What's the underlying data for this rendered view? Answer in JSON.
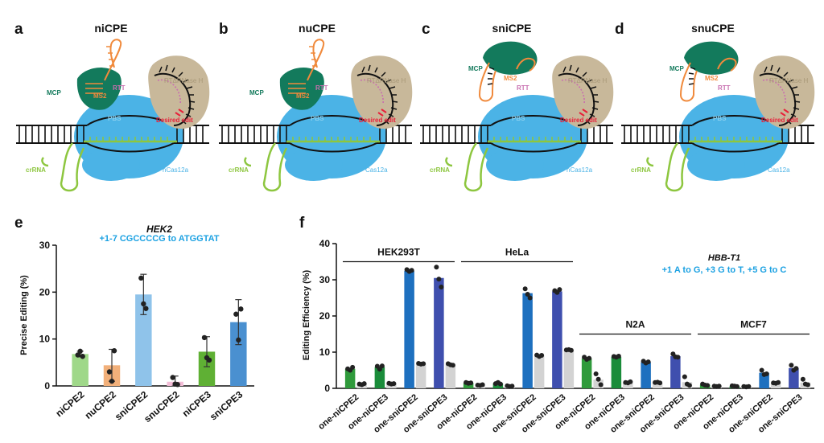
{
  "panels": {
    "a": {
      "letter": "a",
      "title": "niCPE",
      "cas_label": "nCas12a"
    },
    "b": {
      "letter": "b",
      "title": "nuCPE",
      "cas_label": "Cas12a"
    },
    "c": {
      "letter": "c",
      "title": "sniCPE",
      "cas_label": "nCas12a"
    },
    "d": {
      "letter": "d",
      "title": "snuCPE",
      "cas_label": "Cas12a"
    }
  },
  "schematic_labels": {
    "mcp": "MCP",
    "ms2": "MS2",
    "rtt": "RTT",
    "rt": "RTΔRNase H",
    "pbs": "PBS",
    "desired_edit": "Desired edit",
    "crrna": "crRNA"
  },
  "panel_e": {
    "letter": "e"
  },
  "panel_f": {
    "letter": "f"
  },
  "chart_data": [
    {
      "type": "bar",
      "title": "HEK2",
      "subtitle": "+1-7 CGCCCCG to ATGGTAT",
      "xlabel": "",
      "ylabel": "Precise Editing (%)",
      "ylim": [
        0,
        30
      ],
      "yticks": [
        0,
        10,
        20,
        30
      ],
      "categories": [
        "niCPE2",
        "nuCPE2",
        "sniCPE2",
        "snuCPE2",
        "niCPE3",
        "sniCPE3"
      ],
      "values": [
        6.8,
        4.4,
        19.5,
        0.9,
        7.3,
        13.6
      ],
      "errors": [
        0.6,
        3.4,
        4.3,
        1.2,
        3.2,
        4.8
      ],
      "points": [
        [
          6.6,
          7.4,
          6.3
        ],
        [
          3.0,
          1.0,
          7.5
        ],
        [
          23.0,
          17.5,
          16.5
        ],
        [
          1.8,
          0.4,
          0.3
        ],
        [
          10.3,
          6.0,
          5.5
        ],
        [
          15.3,
          9.8,
          16.4
        ]
      ],
      "colors": [
        "#9fd889",
        "#f2b07a",
        "#8fc3ea",
        "#f2bcd6",
        "#5fb034",
        "#4a90d0"
      ],
      "grid": false
    },
    {
      "type": "bar",
      "title": "HBB-T1",
      "subtitle": "+1 A to G, +3 G to T, +5 G to C",
      "xlabel": "",
      "ylabel": "Editing Efficiency (%)",
      "ylim": [
        0,
        40
      ],
      "yticks": [
        0,
        10,
        20,
        30,
        40
      ],
      "groups": [
        {
          "name": "HEK293T",
          "categories": [
            "one-niCPE2",
            "one-niCPE3",
            "one-sniCPE2",
            "one-sniCPE3"
          ]
        },
        {
          "name": "HeLa",
          "categories": [
            "one-niCPE2",
            "one-niCPE3",
            "one-sniCPE2",
            "one-sniCPE3"
          ]
        },
        {
          "name": "N2A",
          "categories": [
            "one-niCPE2",
            "one-niCPE3",
            "one-sniCPE2",
            "one-sniCPE3"
          ]
        },
        {
          "name": "MCF7",
          "categories": [
            "one-niCPE2",
            "one-niCPE3",
            "one-sniCPE2",
            "one-sniCPE3"
          ]
        }
      ],
      "series": [
        {
          "values": [
            5.4,
            5.9,
            32.5,
            30.5,
            1.5,
            1.4,
            26.3,
            26.8,
            8.3,
            8.7,
            7.2,
            8.9,
            1.0,
            0.6,
            4.3,
            5.6
          ]
        },
        {
          "values": [
            1.2,
            1.3,
            6.8,
            6.6,
            0.9,
            0.6,
            9.0,
            10.6,
            2.4,
            1.6,
            1.6,
            1.7,
            0.6,
            0.5,
            1.5,
            1.6
          ]
        }
      ],
      "points": [
        [
          [
            5.4,
            5.0,
            5.8
          ],
          [
            6.1,
            5.3,
            6.2
          ],
          [
            32.8,
            32.3,
            32.6
          ],
          [
            33.5,
            30.2,
            28.0
          ],
          [
            1.6,
            1.4,
            1.5
          ],
          [
            1.3,
            1.6,
            1.2
          ],
          [
            27.5,
            26.0,
            25.0
          ],
          [
            27.0,
            26.5,
            27.3
          ],
          [
            8.6,
            8.0,
            8.3
          ],
          [
            8.8,
            8.6,
            8.9
          ],
          [
            7.5,
            7.0,
            7.3
          ],
          [
            9.5,
            8.7,
            8.6
          ],
          [
            1.2,
            0.9,
            0.8
          ],
          [
            0.7,
            0.6,
            0.5
          ],
          [
            5.0,
            3.8,
            4.0
          ],
          [
            6.4,
            5.0,
            5.5
          ]
        ],
        [
          [
            1.2,
            1.0,
            1.3
          ],
          [
            1.4,
            1.2,
            1.3
          ],
          [
            6.9,
            6.7,
            6.8
          ],
          [
            6.8,
            6.5,
            6.4
          ],
          [
            0.9,
            0.8,
            1.0
          ],
          [
            0.7,
            0.5,
            0.6
          ],
          [
            9.2,
            8.8,
            9.1
          ],
          [
            10.6,
            10.7,
            10.5
          ],
          [
            4.0,
            2.5,
            1.0
          ],
          [
            1.6,
            1.5,
            1.8
          ],
          [
            1.6,
            1.7,
            1.5
          ],
          [
            3.2,
            1.2,
            0.8
          ],
          [
            0.6,
            0.5,
            0.6
          ],
          [
            0.5,
            0.4,
            0.5
          ],
          [
            1.5,
            1.4,
            1.6
          ],
          [
            2.5,
            1.2,
            1.0
          ]
        ]
      ],
      "colors": [
        "#2f9a3b",
        "#1a8c3a",
        "#1e70bf",
        "#3f4fae"
      ],
      "secondary_color": "#d3d3d3",
      "grid": false
    }
  ]
}
